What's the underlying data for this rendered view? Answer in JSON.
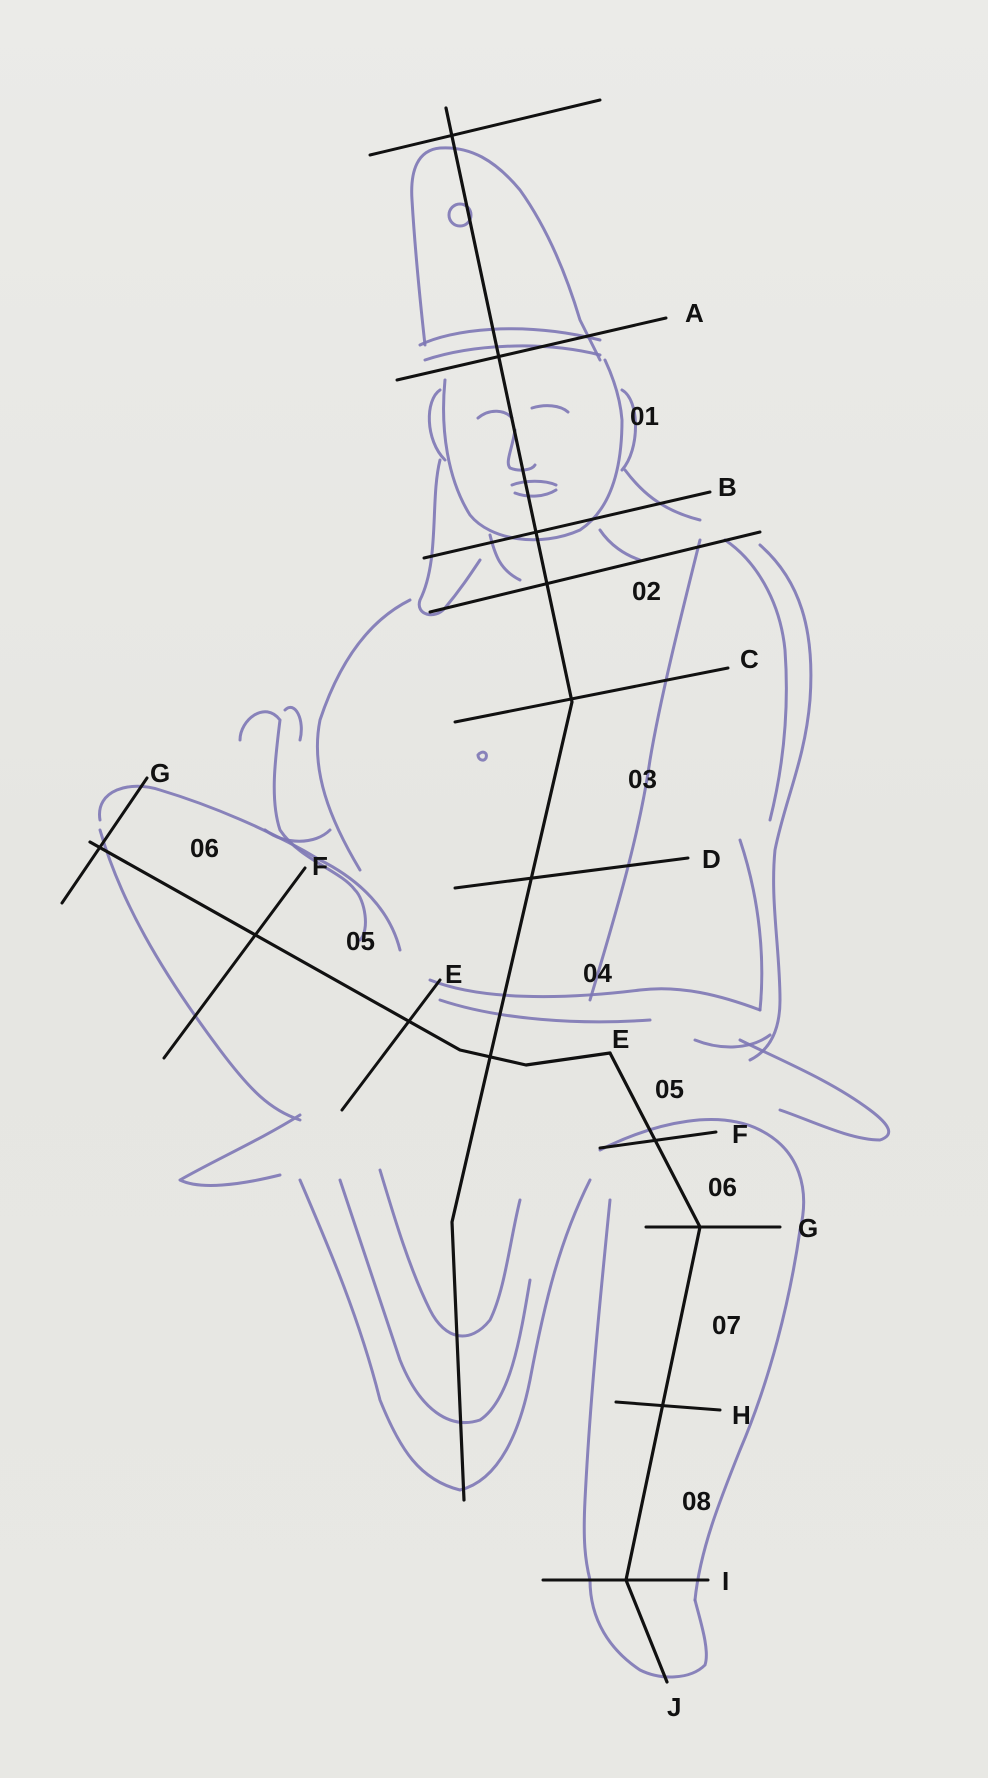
{
  "diagram": {
    "line_labels": {
      "A": "A",
      "B": "B",
      "C": "C",
      "D": "D",
      "E_right": "E",
      "E_left": "E",
      "F_right": "F",
      "F_left": "F",
      "G_right": "G",
      "G_left": "G",
      "H": "H",
      "I": "I",
      "J": "J"
    },
    "segment_labels": {
      "s01": "01",
      "s02": "02",
      "s03": "03",
      "s04": "04",
      "s05_right": "05",
      "s05_left": "05",
      "s06_right": "06",
      "s06_left": "06",
      "s07": "07",
      "s08": "08"
    },
    "colors": {
      "paper": "#e9e9e6",
      "sketch_ink": "#7d77b5",
      "guide_ink": "#111111"
    }
  }
}
